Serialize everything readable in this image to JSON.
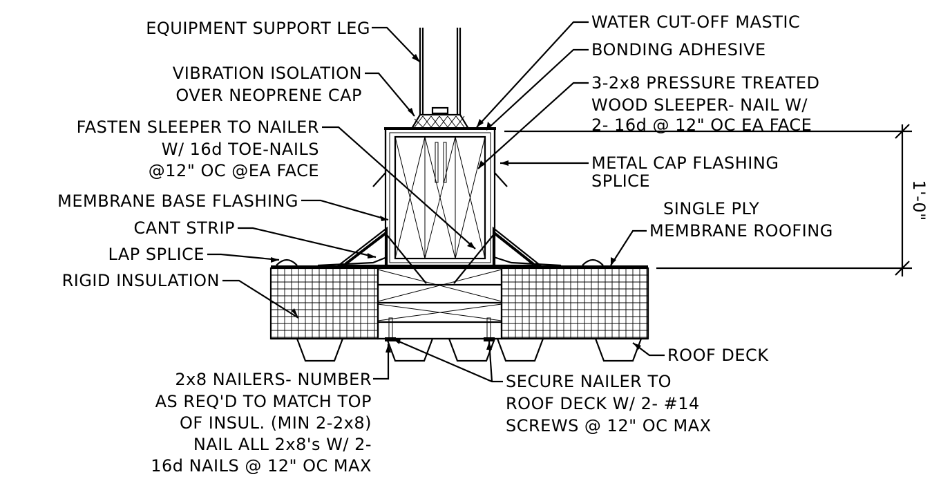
{
  "labels": {
    "equipment_support_leg": "EQUIPMENT SUPPORT LEG",
    "vibration_isolation_1": "VIBRATION ISOLATION",
    "vibration_isolation_2": "OVER NEOPRENE CAP",
    "fasten_sleeper_1": "FASTEN SLEEPER TO NAILER",
    "fasten_sleeper_2": "W/ 16d TOE-NAILS",
    "fasten_sleeper_3": "@12\" OC @EA FACE",
    "membrane_base_flashing": "MEMBRANE BASE FLASHING",
    "cant_strip": "CANT STRIP",
    "lap_splice": "LAP SPLICE",
    "rigid_insulation": "RIGID INSULATION",
    "nailers_1": "2x8 NAILERS- NUMBER",
    "nailers_2": "AS REQ'D TO MATCH TOP",
    "nailers_3": "OF INSUL. (MIN 2-2x8)",
    "nailers_4": "NAIL ALL 2x8's W/ 2-",
    "nailers_5": "16d NAILS @ 12\" OC MAX",
    "water_cutoff_mastic": "WATER CUT-OFF MASTIC",
    "bonding_adhesive": "BONDING ADHESIVE",
    "sleeper_1": "3-2x8 PRESSURE TREATED",
    "sleeper_2": "WOOD SLEEPER- NAIL W/",
    "sleeper_3": "2- 16d @ 12\" OC EA FACE",
    "metal_cap_1": "METAL CAP FLASHING",
    "metal_cap_2": "SPLICE",
    "single_ply_1": "SINGLE PLY",
    "single_ply_2": "MEMBRANE ROOFING",
    "roof_deck": "ROOF DECK",
    "secure_nailer_1": "SECURE NAILER TO",
    "secure_nailer_2": "ROOF DECK W/ 2- #14",
    "secure_nailer_3": "SCREWS @ 12\" OC MAX",
    "dimension": "1'-0\""
  }
}
